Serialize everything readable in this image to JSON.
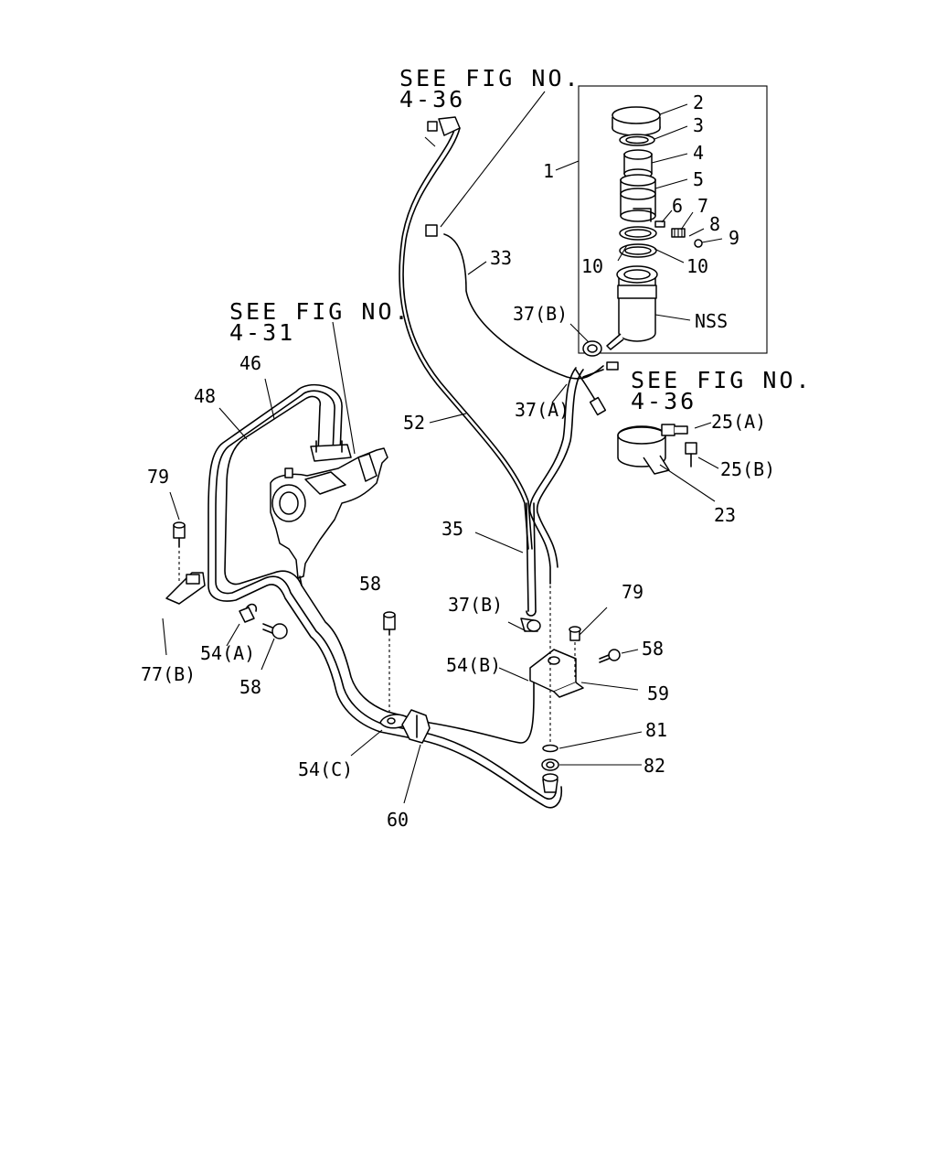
{
  "references": {
    "fig_4_36_top": [
      "SEE FIG NO.",
      "4-36"
    ],
    "fig_4_31": [
      "SEE FIG NO.",
      "4-31"
    ],
    "fig_4_36_right": [
      "SEE FIG NO.",
      "4-36"
    ]
  },
  "labels": {
    "l1": "1",
    "l2": "2",
    "l3": "3",
    "l4": "4",
    "l5": "5",
    "l6": "6",
    "l7": "7",
    "l8": "8",
    "l9": "9",
    "l10a": "10",
    "l10b": "10",
    "nss": "NSS",
    "l33": "33",
    "l37b_top": "37(B)",
    "l37a": "37(A)",
    "l25a": "25(A)",
    "l25b": "25(B)",
    "l23": "23",
    "l46": "46",
    "l48": "48",
    "l52": "52",
    "l35": "35",
    "l79_left": "79",
    "l77b": "77(B)",
    "l54a": "54(A)",
    "l58_left": "58",
    "l58_mid": "58",
    "l54c": "54(C)",
    "l60": "60",
    "l37b_low": "37(B)",
    "l54b": "54(B)",
    "l79_right": "79",
    "l58_right": "58",
    "l59": "59",
    "l81": "81",
    "l82": "82"
  }
}
